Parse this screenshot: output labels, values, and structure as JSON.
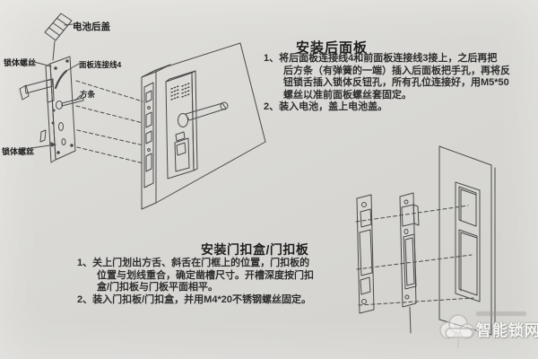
{
  "page": {
    "background": "#d9d8d4",
    "line_color": "#4a4a4a",
    "text_color": "#2e2e2e"
  },
  "labels": {
    "battery_cover": "电池后盖",
    "lock_body_screw_top": "锁体螺丝",
    "panel_cable": "面板连接线4",
    "square_bar": "方条",
    "lock_body_screw_bottom": "锁体螺丝"
  },
  "install_back_panel": {
    "title": "安装后面板",
    "steps": [
      "1、将后面板连接线4和前面板连接线3接上，之后再把\n后方条（有弹簧的一端）插入后面板把手孔，再将反\n钮锁舌插入锁体反钮孔，所有孔位连接好，用M5*50\n螺丝以准前面板螺丝套固定。",
      "2、装入电池，盖上电池盖。"
    ]
  },
  "install_strike": {
    "title": "安装门扣盒/门扣板",
    "steps": [
      "1、关上门划出方舌、斜舌在门框上的位置，门扣板的\n位置与划线重合，确定凿槽尺寸。开槽深度按门扣\n盒/门扣板与门板平面相平。",
      "2、装入门扣板/门扣盒，并用M4*20不锈钢螺丝固定。"
    ]
  },
  "watermark": {
    "brand": "智能锁网"
  }
}
